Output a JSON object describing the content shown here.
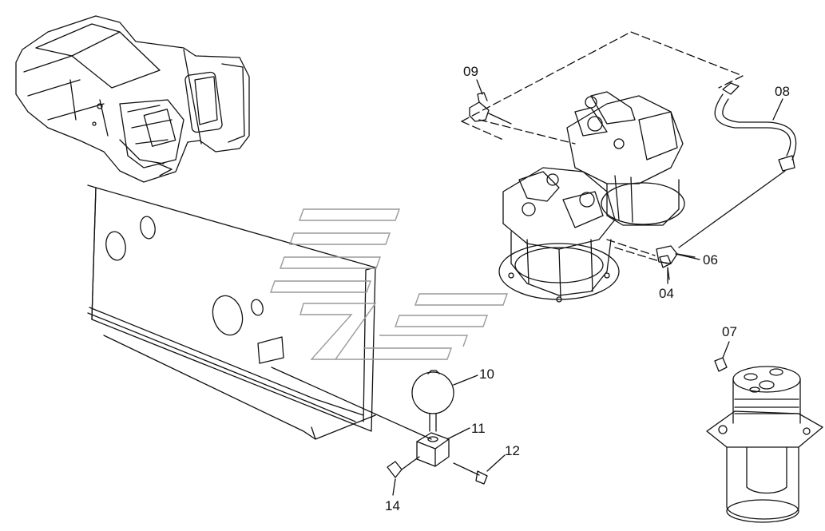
{
  "callouts": [
    {
      "id": "09",
      "label": "09",
      "part": "fitting-elbow"
    },
    {
      "id": "08",
      "label": "08",
      "part": "hose"
    },
    {
      "id": "06",
      "label": "06",
      "part": "elbow-fitting"
    },
    {
      "id": "04",
      "label": "04",
      "part": "connector"
    },
    {
      "id": "07",
      "label": "07",
      "part": "plug"
    },
    {
      "id": "10",
      "label": "10",
      "part": "accumulator"
    },
    {
      "id": "11",
      "label": "11",
      "part": "block"
    },
    {
      "id": "12",
      "label": "12",
      "part": "bolt"
    },
    {
      "id": "14",
      "label": "14",
      "part": "fitting"
    }
  ],
  "colors": {
    "line": "#111111",
    "watermark": "#9a9a9a",
    "background": "#ffffff"
  }
}
